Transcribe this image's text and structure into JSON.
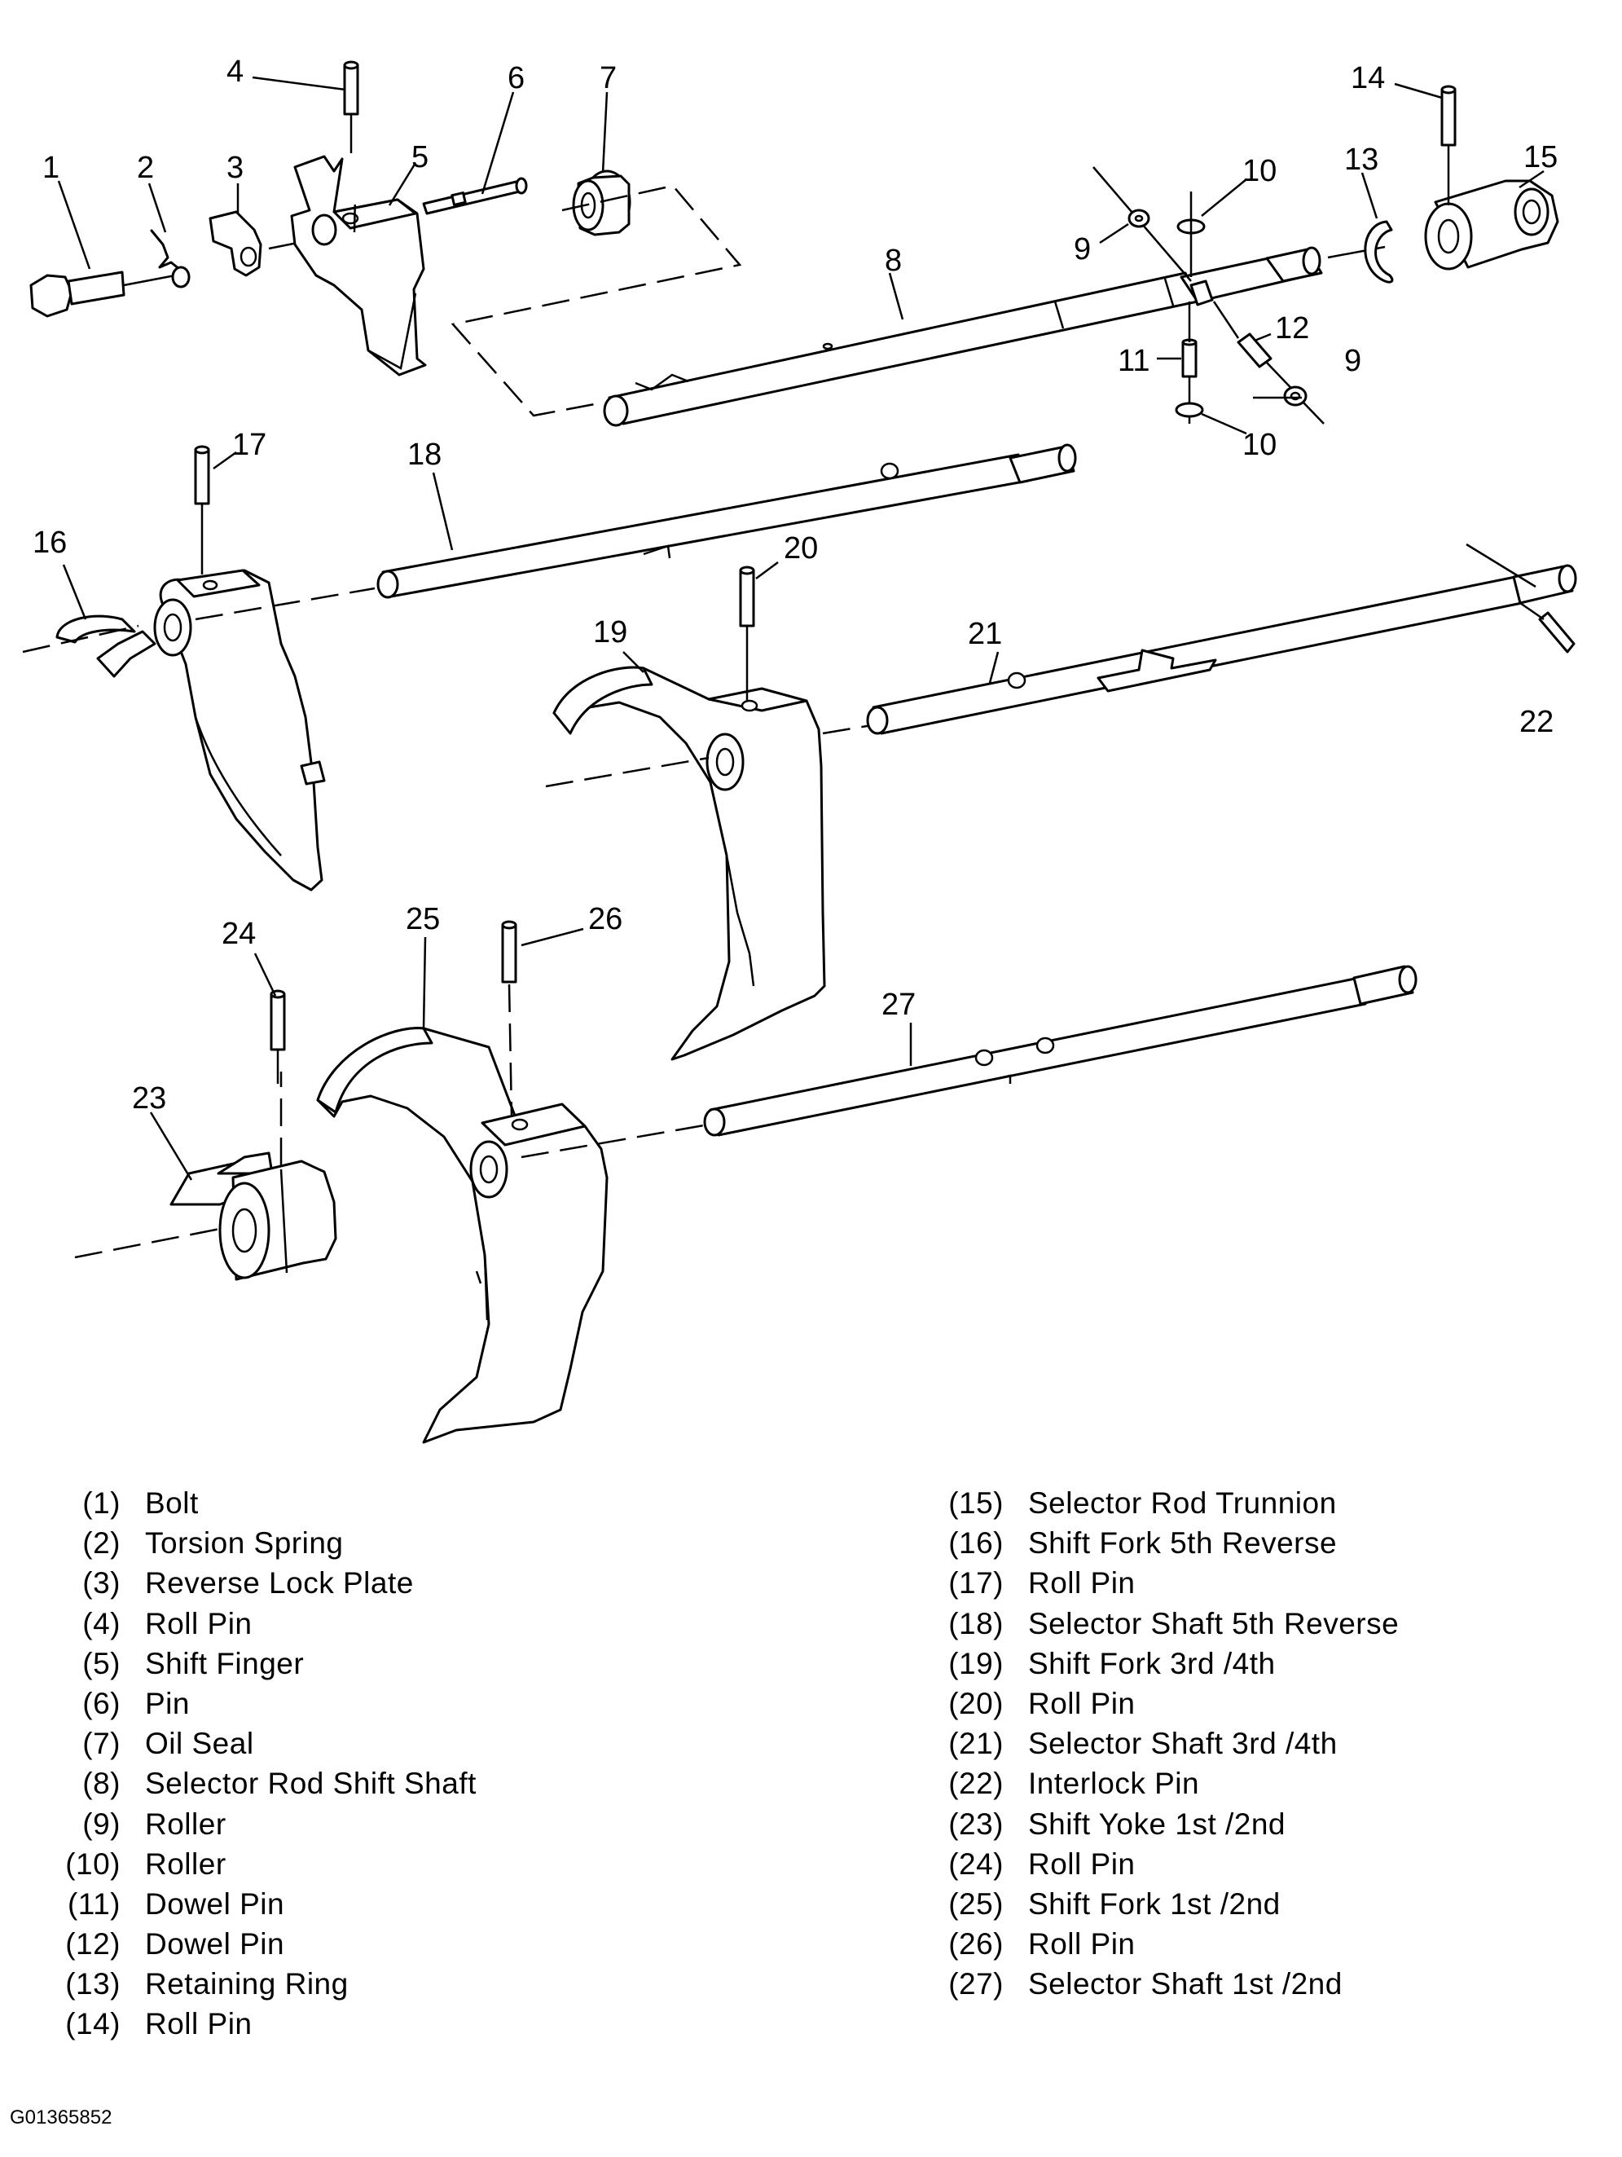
{
  "legend": [
    {
      "num": "(1)",
      "text": "Bolt"
    },
    {
      "num": "(2)",
      "text": "Torsion Spring"
    },
    {
      "num": "(3)",
      "text": "Reverse Lock Plate"
    },
    {
      "num": "(4)",
      "text": "Roll Pin"
    },
    {
      "num": "(5)",
      "text": "Shift Finger"
    },
    {
      "num": "(6)",
      "text": "Pin"
    },
    {
      "num": "(7)",
      "text": "Oil Seal"
    },
    {
      "num": "(8)",
      "text": "Selector Rod Shift Shaft"
    },
    {
      "num": "(9)",
      "text": "Roller"
    },
    {
      "num": "(10)",
      "text": "Roller"
    },
    {
      "num": "(11)",
      "text": "Dowel Pin"
    },
    {
      "num": "(12)",
      "text": "Dowel Pin"
    },
    {
      "num": "(13)",
      "text": "Retaining Ring"
    },
    {
      "num": "(14)",
      "text": "Roll Pin"
    },
    {
      "num": "(15)",
      "text": "Selector Rod Trunnion"
    },
    {
      "num": "(16)",
      "text": "Shift Fork 5th Reverse"
    },
    {
      "num": "(17)",
      "text": "Roll Pin"
    },
    {
      "num": "(18)",
      "text": "Selector Shaft 5th Reverse"
    },
    {
      "num": "(19)",
      "text": "Shift Fork 3rd /4th"
    },
    {
      "num": "(20)",
      "text": "Roll Pin"
    },
    {
      "num": "(21)",
      "text": "Selector Shaft 3rd /4th"
    },
    {
      "num": "(22)",
      "text": "Interlock Pin"
    },
    {
      "num": "(23)",
      "text": "Shift Yoke 1st /2nd"
    },
    {
      "num": "(24)",
      "text": "Roll Pin"
    },
    {
      "num": "(25)",
      "text": "Shift Fork 1st /2nd"
    },
    {
      "num": "(26)",
      "text": "Roll Pin"
    },
    {
      "num": "(27)",
      "text": "Selector Shaft 1st /2nd"
    }
  ],
  "callouts": [
    "1",
    "2",
    "3",
    "4",
    "5",
    "6",
    "7",
    "8",
    "9",
    "9",
    "10",
    "10",
    "11",
    "12",
    "13",
    "14",
    "15",
    "16",
    "17",
    "18",
    "19",
    "20",
    "21",
    "22",
    "23",
    "24",
    "25",
    "26",
    "27"
  ],
  "figure_id": "G01365852",
  "colors": {
    "ink": "#000000",
    "paper": "#ffffff"
  }
}
